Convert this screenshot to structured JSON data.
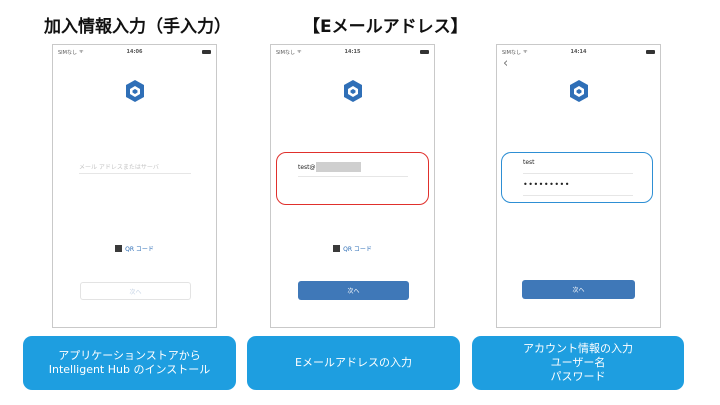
{
  "header": {
    "left_title": "加入情報入力（手入力）",
    "right_title": "【Eメールアドレス】"
  },
  "phones": [
    {
      "status": {
        "carrier": "SIMなし",
        "time": "14:06"
      },
      "email_placeholder": "メール アドレスまたはサーバ",
      "qr_label": "QR コード",
      "next_label": "次へ"
    },
    {
      "status": {
        "carrier": "SIMなし",
        "time": "14:15"
      },
      "email_value": "test@",
      "qr_label": "QR コード",
      "next_label": "次へ"
    },
    {
      "status": {
        "carrier": "SIMなし",
        "time": "14:14"
      },
      "username_value": "test",
      "password_value": "•••••••••",
      "next_label": "次へ"
    }
  ],
  "captions": [
    {
      "lines": [
        "アプリケーションストアから",
        "Intelligent Hub のインストール"
      ]
    },
    {
      "lines": [
        "Eメールアドレスの入力"
      ]
    },
    {
      "lines": [
        "アカウント情報の入力",
        "ユーザー名",
        "パスワード"
      ]
    }
  ],
  "colors": {
    "accent_blue": "#1e9ee0",
    "button_blue": "#3f78b8",
    "highlight_red": "#e0302c",
    "highlight_blue": "#2e8fd4",
    "logo_blue": "#2f6fb7"
  },
  "icons": [
    "app-logo-icon",
    "qr-code-icon",
    "wifi-icon",
    "battery-icon",
    "back-chevron-icon"
  ]
}
